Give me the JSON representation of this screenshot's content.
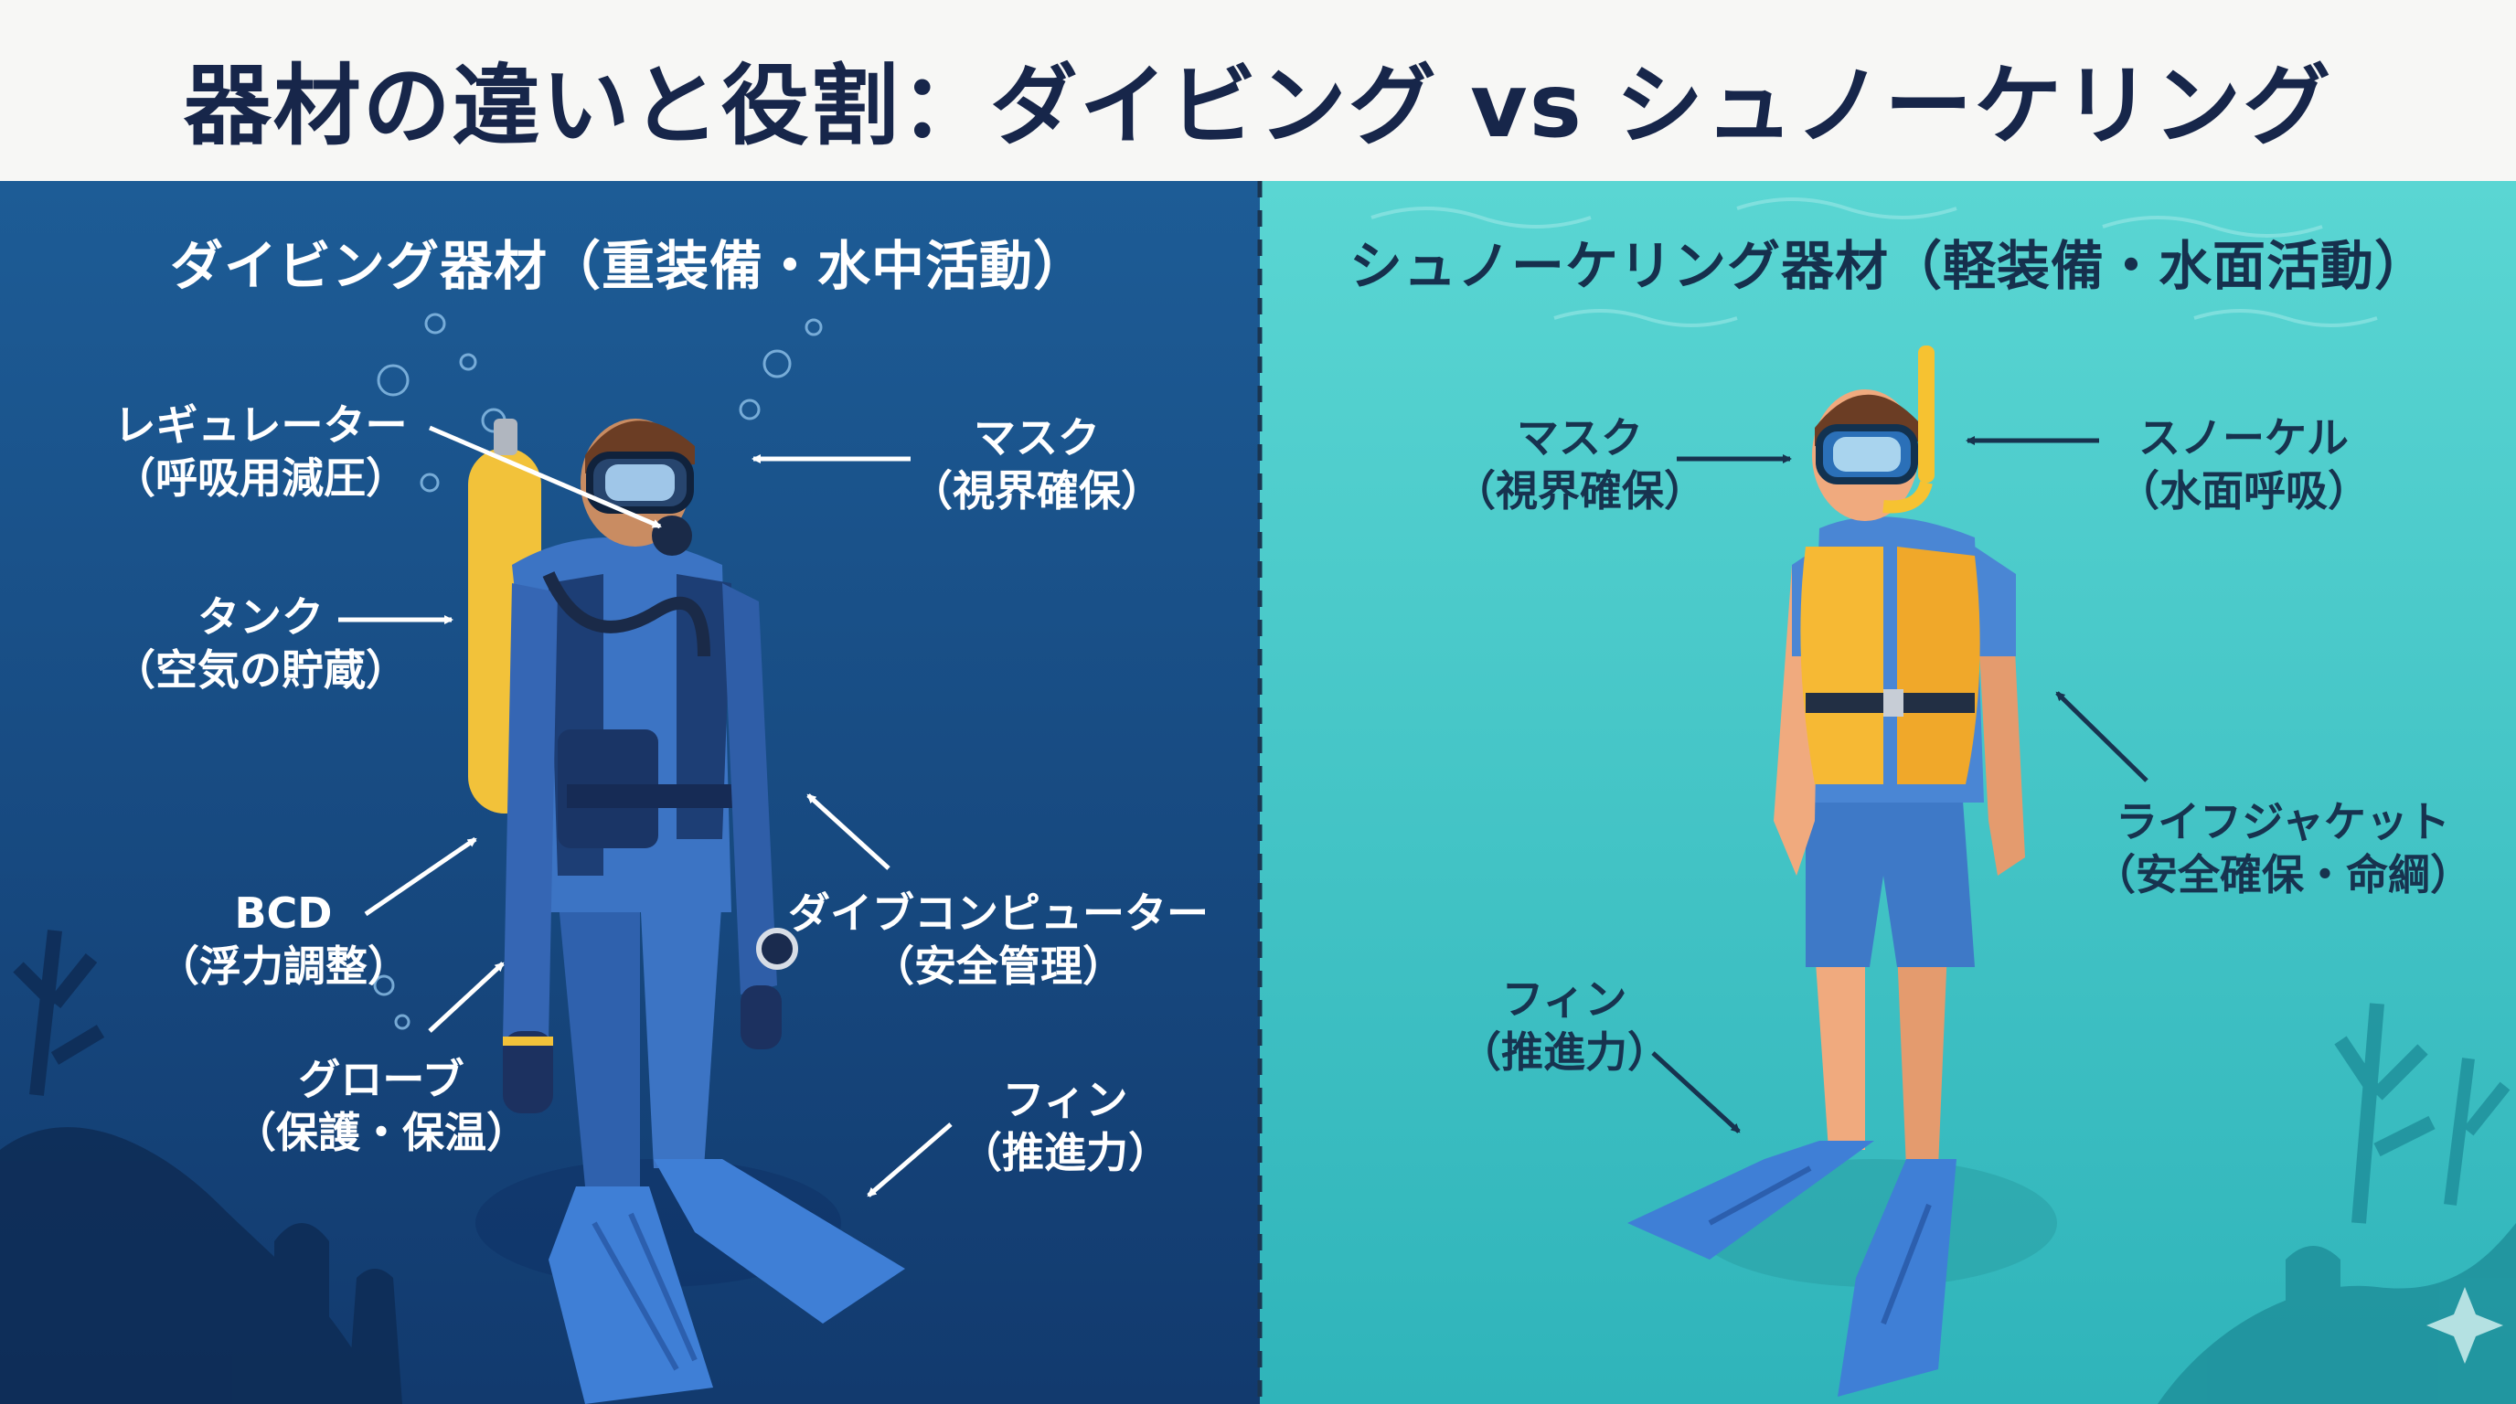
{
  "title": "器材の違いと役割：ダイビング vs シュノーケリング",
  "diving": {
    "title": "ダイビング器材（重装備・水中活動）",
    "labels": {
      "regulator": {
        "name": "レギュレーター",
        "role": "（呼吸用減圧）"
      },
      "mask": {
        "name": "マスク",
        "role": "（視界確保）"
      },
      "tank": {
        "name": "タンク",
        "role": "（空気の貯蔵）"
      },
      "bcd": {
        "name": "BCD",
        "role": "（浮力調整）"
      },
      "dive_computer": {
        "name": "ダイブコンピューター",
        "role": "（安全管理）"
      },
      "glove": {
        "name": "グローブ",
        "role": "（保護・保温）"
      },
      "fin": {
        "name": "フィン",
        "role": "（推進力）"
      }
    }
  },
  "snorkel": {
    "title": "シュノーケリング器材（軽装備・水面活動）",
    "labels": {
      "mask": {
        "name": "マスク",
        "role": "（視界確保）"
      },
      "snorkel": {
        "name": "スノーケル",
        "role": "（水面呼吸）"
      },
      "life_jacket": {
        "name": "ライフジャケット",
        "role": "（安全確保・命綱）"
      },
      "fin": {
        "name": "フィン",
        "role": "（推進力）"
      }
    }
  },
  "colors": {
    "diving_bg_top": "#1d5c96",
    "diving_bg_bottom": "#123a6e",
    "snorkel_bg_top": "#55d3d0",
    "snorkel_bg_bottom": "#2fb6bb",
    "title_text": "#17264a",
    "wetsuit": "#3c74c4",
    "tank": "#f2c23a",
    "life_jacket": "#f6b934",
    "fin": "#3f7fd6"
  }
}
